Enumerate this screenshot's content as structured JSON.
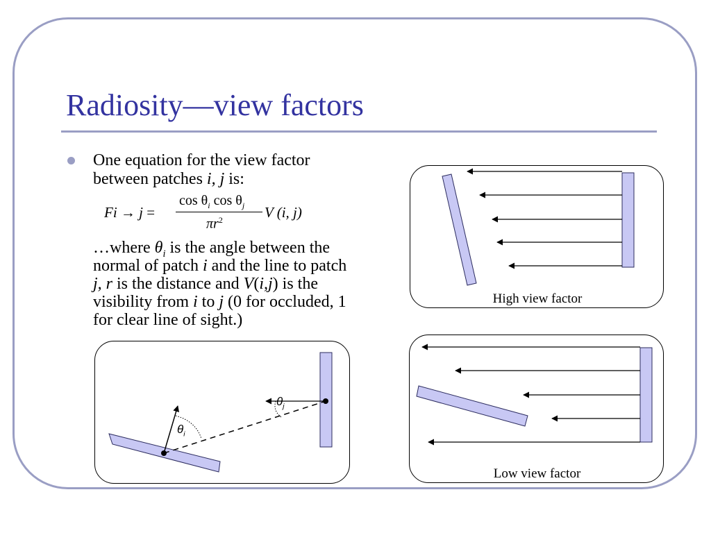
{
  "slide": {
    "title": "Radiosity—view factors",
    "bullet": {
      "line1": "One equation for the view factor",
      "line2_prefix": "between patches ",
      "line2_italic": "i, j",
      "line2_suffix": " is:"
    },
    "formula": {
      "lhs_fi": "Fi",
      "arrow": "→",
      "lhs_j": "j",
      "equals": "=",
      "numerator": "cos θ",
      "numerator_sub_i": "i",
      "numerator_mid": " cos θ",
      "numerator_sub_j": "j",
      "denominator": "πr",
      "denominator_sup": "2",
      "rhs": "V (i, j)"
    },
    "explanation": {
      "l1_a": "…where ",
      "l1_theta": "θ",
      "l1_sub": "i",
      "l1_b": " is the angle between the",
      "l2_a": "normal of patch ",
      "l2_i": "i",
      "l2_b": " and the line to patch",
      "l3_j": "j, r",
      "l3_b": " is the distance and ",
      "l3_v": "V",
      "l3_c": "(",
      "l3_ij": "i,j",
      "l3_d": ") is the",
      "l4_a": "visibility from ",
      "l4_i": "i",
      "l4_b": " to ",
      "l4_j": "j",
      "l4_c": " (0 for occluded, 1",
      "l5": "for clear line of sight.)"
    },
    "diagrams": {
      "high_caption": "High view factor",
      "low_caption": "Low view factor",
      "theta_i_label": "θ",
      "theta_i_sub": "i",
      "theta_j_label": "θ",
      "theta_j_sub": "j"
    },
    "colors": {
      "title": "#3333a0",
      "frame": "#9a9ec4",
      "patch_fill": "#c8c8f4",
      "patch_stroke": "#2b2b5e"
    }
  }
}
